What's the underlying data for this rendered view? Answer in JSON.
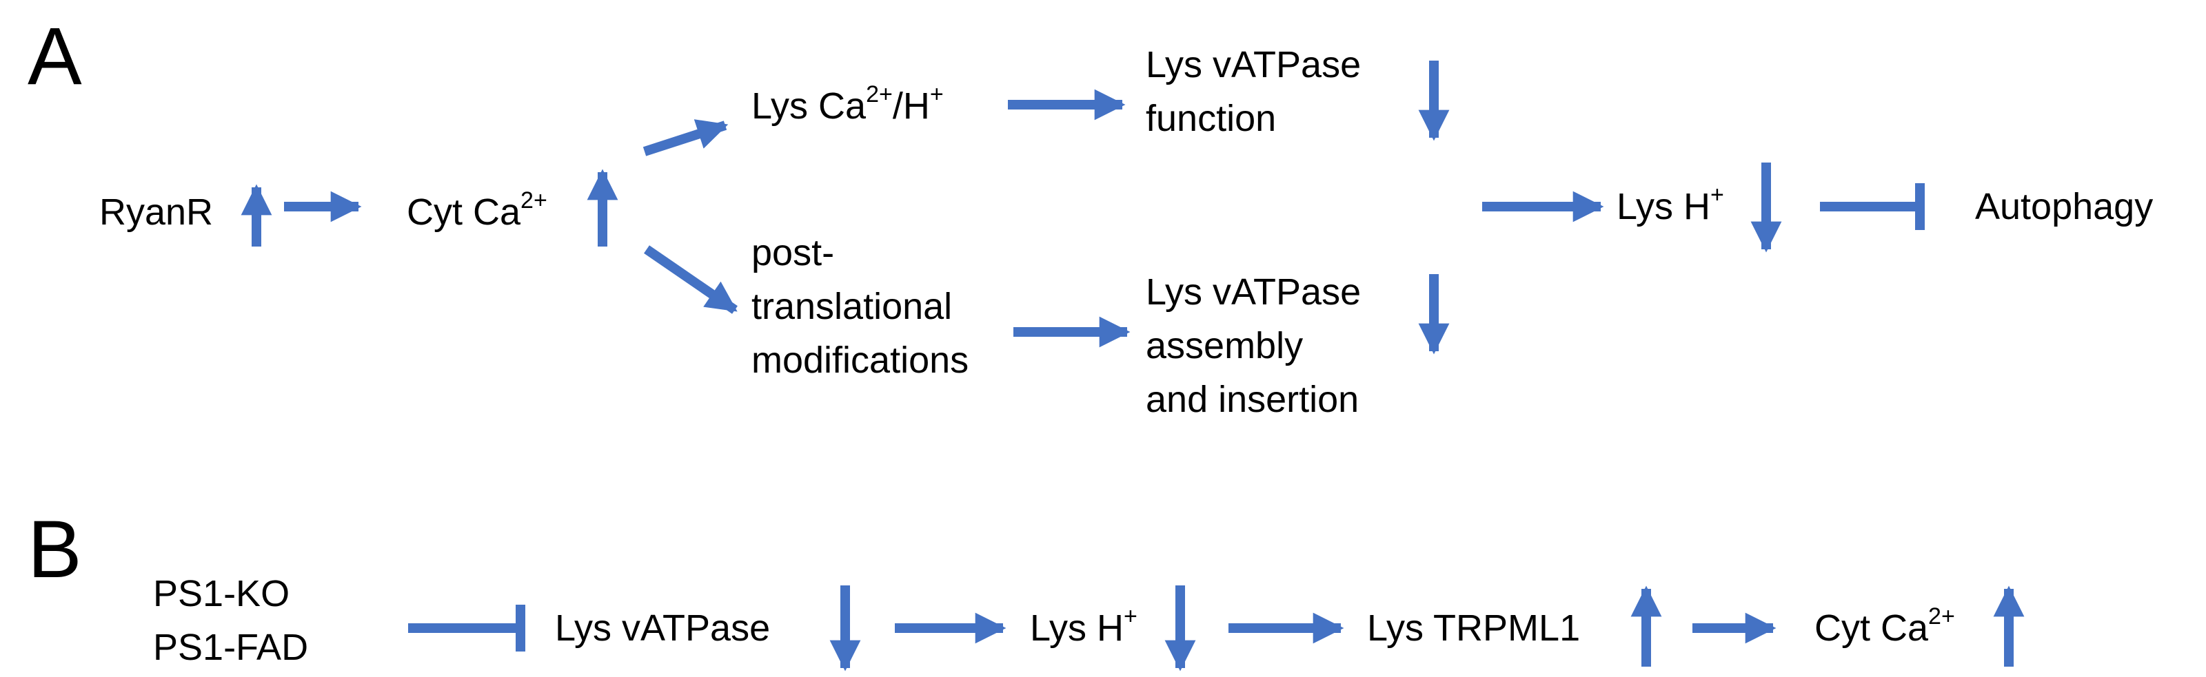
{
  "colors": {
    "arrow": "#4472C4",
    "text": "#000000",
    "background": "#ffffff"
  },
  "panel_a": {
    "letter": "A",
    "ryanr": "RyanR",
    "cyt_ca": {
      "base": "Cyt Ca",
      "sup": "2+"
    },
    "lys_ca_h": {
      "p1": "Lys Ca",
      "sup1": "2+",
      "p2": "/H",
      "sup2": "+"
    },
    "vatpase_function": {
      "line1": "Lys vATPase",
      "line2": "function"
    },
    "ptm": {
      "line1": "post-",
      "line2": "translational",
      "line3": "modifications"
    },
    "vatpase_assembly": {
      "line1": "Lys vATPase",
      "line2": "assembly",
      "line3": "and insertion"
    },
    "lys_h": {
      "base": "Lys H",
      "sup": "+"
    },
    "autophagy": "Autophagy"
  },
  "panel_b": {
    "letter": "B",
    "ps1_ko": "PS1-KO",
    "ps1_fad": "PS1-FAD",
    "vatpase": "Lys vATPase",
    "lys_h": {
      "base": "Lys H",
      "sup": "+"
    },
    "trpml1": "Lys TRPML1",
    "cyt_ca": {
      "base": "Cyt Ca",
      "sup": "2+"
    }
  }
}
